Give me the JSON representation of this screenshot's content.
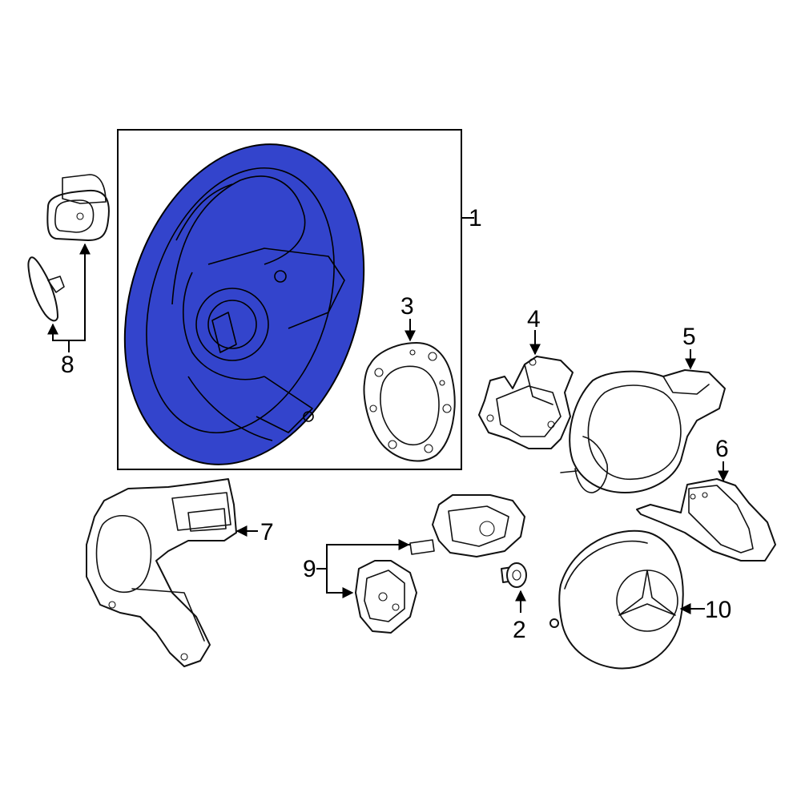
{
  "diagram": {
    "highlight_color": "#3344cc",
    "callouts": [
      {
        "id": "1",
        "label": "1",
        "part": "steering-wheel"
      },
      {
        "id": "2",
        "label": "2",
        "part": "bolt"
      },
      {
        "id": "3",
        "label": "3",
        "part": "vibration-damper"
      },
      {
        "id": "4",
        "label": "4",
        "part": "bracket"
      },
      {
        "id": "5",
        "label": "5",
        "part": "lower-cover"
      },
      {
        "id": "6",
        "label": "6",
        "part": "trim-cover"
      },
      {
        "id": "7",
        "label": "7",
        "part": "switch-housing"
      },
      {
        "id": "8",
        "label": "8",
        "part": "shift-paddles"
      },
      {
        "id": "9",
        "label": "9",
        "part": "control-switches"
      },
      {
        "id": "10",
        "label": "10",
        "part": "air-bag"
      }
    ]
  }
}
